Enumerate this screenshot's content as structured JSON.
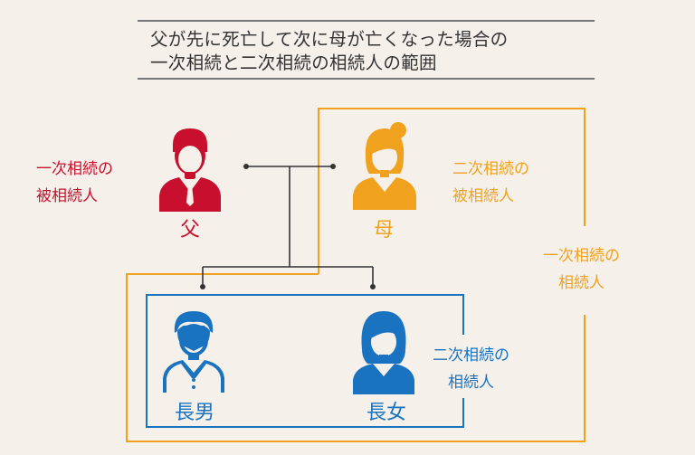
{
  "title": {
    "line1": "父が先に死亡して次に母が亡くなった場合の",
    "line2": "一次相続と二次相続の相続人の範囲"
  },
  "labels": {
    "father_role_1": "一次相続の",
    "father_role_2": "被相続人",
    "mother_role_1": "二次相続の",
    "mother_role_2": "被相続人",
    "first_heirs_1": "一次相続の",
    "first_heirs_2": "相続人",
    "second_heirs_1": "二次相続の",
    "second_heirs_2": "相続人"
  },
  "persons": {
    "father": "父",
    "mother": "母",
    "eldest_son": "長男",
    "eldest_daughter": "長女"
  },
  "colors": {
    "red": "#c8102e",
    "orange": "#f0a21e",
    "blue": "#1a73c0",
    "line": "#333333"
  }
}
